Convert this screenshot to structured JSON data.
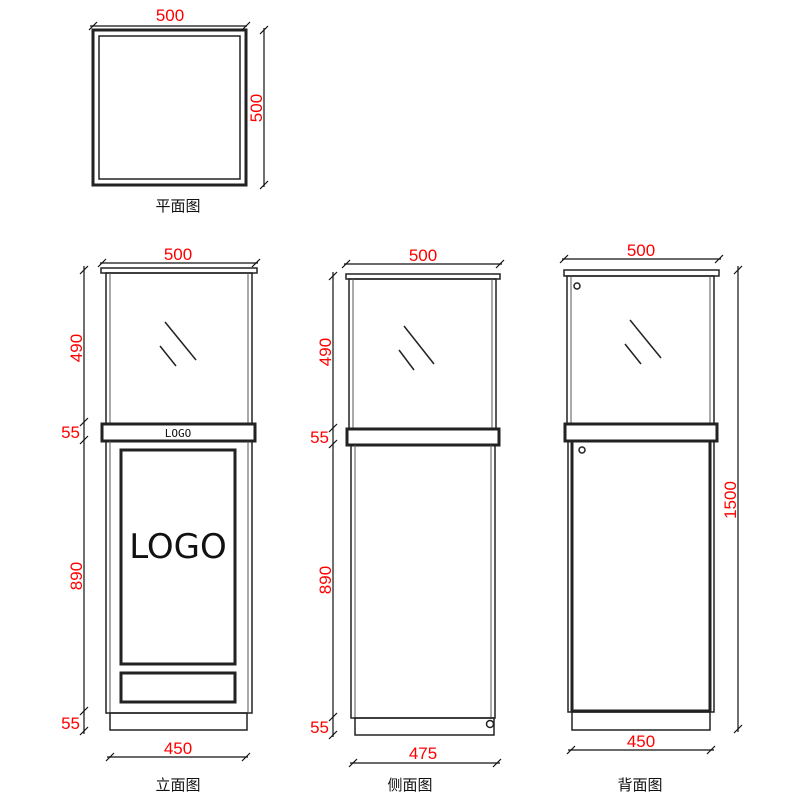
{
  "plan": {
    "width": "500",
    "depth": "500",
    "caption": "平面图"
  },
  "front": {
    "width_top": "500",
    "glass_height": "490",
    "band_height": "55",
    "body_height": "890",
    "base_height": "55",
    "base_width": "450",
    "band_logo": "LOGO",
    "door_logo": "LOGO",
    "caption": "立面图"
  },
  "side": {
    "width_top": "500",
    "glass_height": "490",
    "band_height": "55",
    "body_height": "890",
    "base_height": "55",
    "base_width": "475",
    "caption": "侧面图"
  },
  "back": {
    "width_top": "500",
    "total_height": "1500",
    "base_width": "450",
    "caption": "背面图"
  },
  "colors": {
    "dimension_text": "#ff0000",
    "lines": "#222222"
  }
}
